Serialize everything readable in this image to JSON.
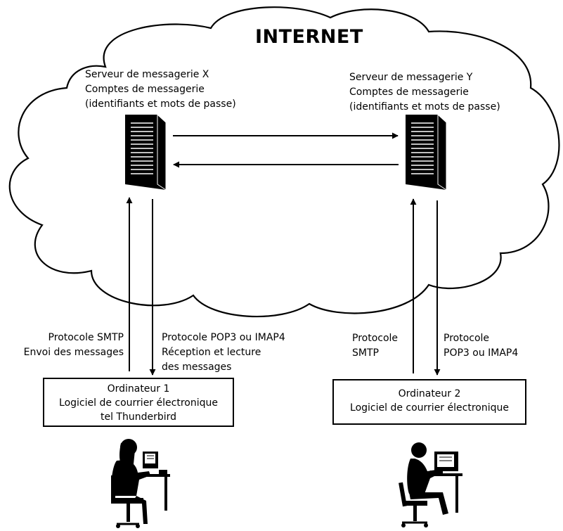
{
  "colors": {
    "ink": "#000000",
    "background": "#ffffff"
  },
  "internet": {
    "title": "INTERNET"
  },
  "server_x": {
    "icon": "server-tower-icon",
    "lines": [
      "Serveur de messagerie X",
      "Comptes de messagerie",
      "(identifiants et mots de passe)"
    ]
  },
  "server_y": {
    "icon": "server-tower-icon",
    "lines": [
      "Serveur de messagerie Y",
      "Comptes de messagerie",
      "(identifiants et mots de passe)"
    ]
  },
  "protocols": {
    "left_send": [
      "Protocole SMTP",
      "Envoi des messages"
    ],
    "left_receive": [
      "Protocole POP3 ou IMAP4",
      "Réception et lecture",
      "des messages"
    ],
    "right_send": [
      "Protocole",
      "SMTP"
    ],
    "right_receive": [
      "Protocole",
      "POP3 ou IMAP4"
    ]
  },
  "computer_1": {
    "lines": [
      "Ordinateur 1",
      "Logiciel de courrier électronique",
      "tel Thunderbird"
    ],
    "user_icon": "woman-at-computer-icon"
  },
  "computer_2": {
    "lines": [
      "Ordinateur 2",
      "Logiciel de courrier électronique"
    ],
    "user_icon": "man-at-computer-icon"
  }
}
